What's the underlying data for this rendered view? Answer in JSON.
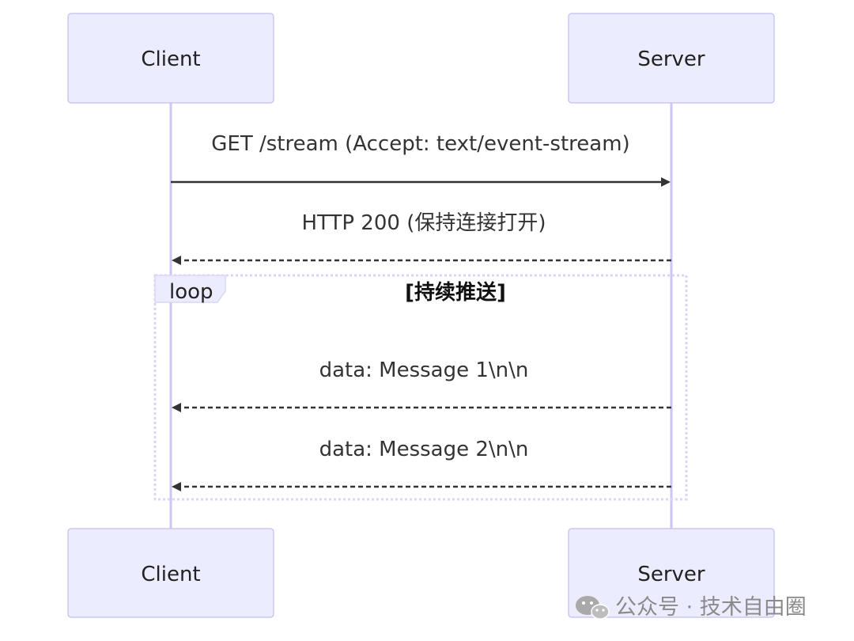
{
  "participants": {
    "client": {
      "label": "Client"
    },
    "server": {
      "label": "Server"
    }
  },
  "messages": [
    {
      "text": "GET /stream (Accept: text/event-stream)",
      "from": "client",
      "to": "server",
      "style": "solid"
    },
    {
      "text": "HTTP 200 (保持连接打开)",
      "from": "server",
      "to": "client",
      "style": "dashed"
    },
    {
      "text": "data: Message 1\\n\\n",
      "from": "server",
      "to": "client",
      "style": "dashed"
    },
    {
      "text": "data: Message 2\\n\\n",
      "from": "server",
      "to": "client",
      "style": "dashed"
    }
  ],
  "loop": {
    "label": "loop",
    "condition": "[持续推送]"
  },
  "watermark": {
    "text": "公众号 · 技术自由圈",
    "icon": "wechat-icon"
  },
  "colors": {
    "actor_fill": "#ECECFF",
    "actor_border": "#CBC7F2",
    "lifeline": "#CBC7F2",
    "arrow": "#333333"
  }
}
